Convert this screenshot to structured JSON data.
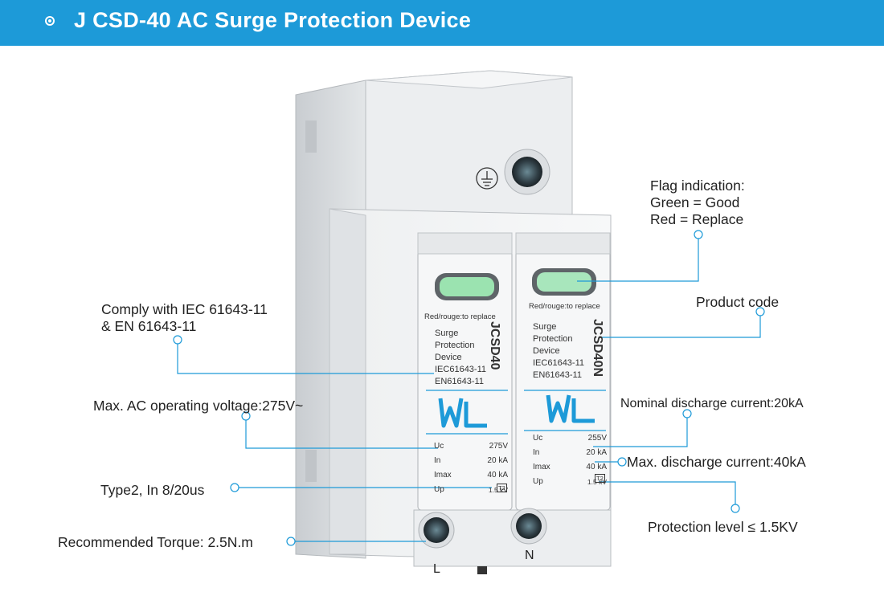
{
  "header": {
    "title": "J CSD-40  AC Surge Protection Device",
    "bar_color": "#1d9ad8"
  },
  "annotations": {
    "flag_title": "Flag indication:",
    "flag_green": "Green = Good",
    "flag_red": "Red = Replace",
    "product_code": "Product code",
    "comply_1": "Comply with IEC 61643-11",
    "comply_2": "& EN 61643-11",
    "max_voltage": "Max. AC operating voltage:275V~",
    "nominal_discharge": "Nominal discharge current:20kA",
    "max_discharge": "Max. discharge current:40kA",
    "type2": "Type2, In 8/20us",
    "protection_level": "Protection level ≤ 1.5KV",
    "torque": "Recommended  Torque: 2.5N.m"
  },
  "device": {
    "left_module": {
      "replace_note": "Red/rouge:to  replace",
      "desc": [
        "Surge",
        "Protection",
        "Device",
        "IEC61643-11",
        "EN61643-11"
      ],
      "model": "JCSD40",
      "specs": [
        {
          "label": "Uc",
          "value": "275V"
        },
        {
          "label": "In",
          "value": "20 kA"
        },
        {
          "label": "Imax",
          "value": "40 kA"
        },
        {
          "label": "Up",
          "value": "1.5 kV"
        }
      ],
      "type_badge": "T2",
      "terminal": "L"
    },
    "right_module": {
      "replace_note": "Red/rouge:to  replace",
      "desc": [
        "Surge",
        "Protection",
        "Device",
        "IEC61643-11",
        "EN61643-11"
      ],
      "model": "JCSD40N",
      "specs": [
        {
          "label": "Uc",
          "value": "255V"
        },
        {
          "label": "In",
          "value": "20 kA"
        },
        {
          "label": "Imax",
          "value": "40 kA"
        },
        {
          "label": "Up",
          "value": "1.5 kV"
        }
      ],
      "type_badge": "T2",
      "terminal": "N"
    },
    "ground_symbol": "⏚"
  },
  "colors": {
    "accent": "#1d9ad8",
    "indicator_green": "#9be3b0",
    "body": "#e8eaec"
  }
}
